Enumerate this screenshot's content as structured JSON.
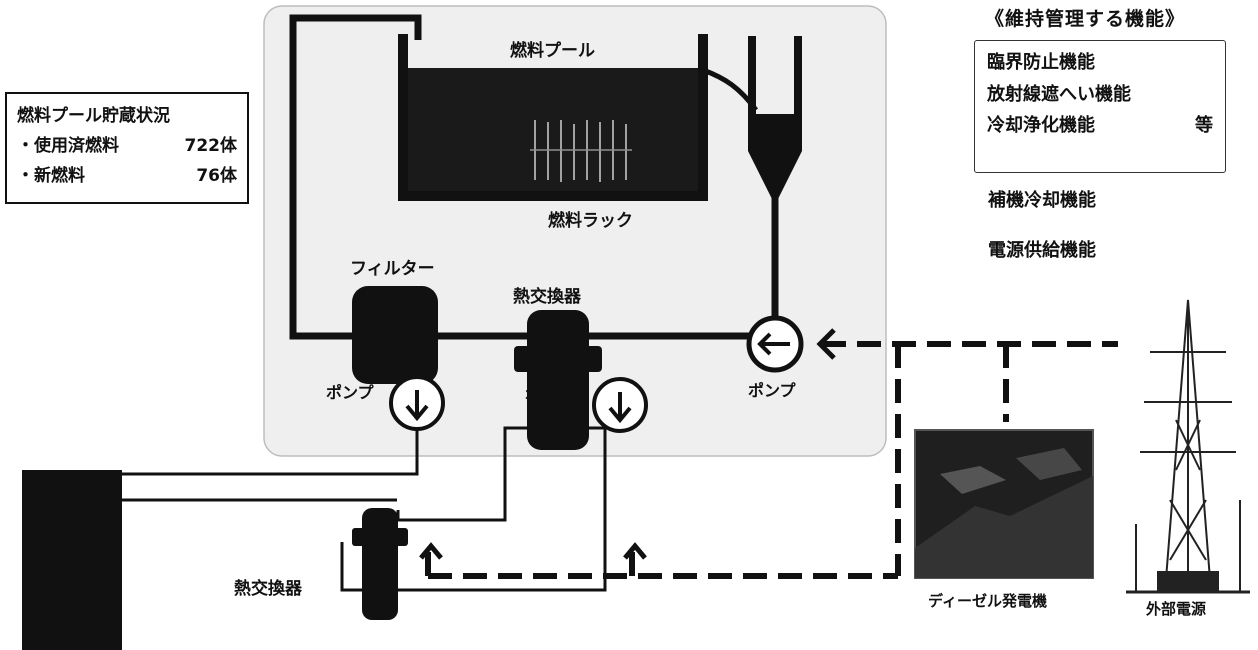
{
  "status": {
    "title": "燃料プール貯蔵状況",
    "rows": [
      {
        "label": "・使用済燃料",
        "value": "722体"
      },
      {
        "label": "・新燃料",
        "value": "76体"
      }
    ]
  },
  "functions": {
    "title": "《維持管理する機能》",
    "boxed": [
      {
        "label": "臨界防止機能",
        "suffix": ""
      },
      {
        "label": "放射線遮へい機能",
        "suffix": ""
      },
      {
        "label": "冷却浄化機能",
        "suffix": "等"
      }
    ],
    "extra": [
      "補機冷却機能",
      "電源供給機能"
    ]
  },
  "labels": {
    "fuel_pool": "燃料プール",
    "fuel_rack": "燃料ラック",
    "filter": "フィルター",
    "heat_exchanger_upper": "熱交換器",
    "pump_main": "ポンプ",
    "pump_left": "ポンプ",
    "pump_mid": "ポンプ",
    "heat_exchanger_lower": "熱交換器",
    "diesel_generator": "ディーゼル発電機",
    "external_power": "外部電源"
  }
}
